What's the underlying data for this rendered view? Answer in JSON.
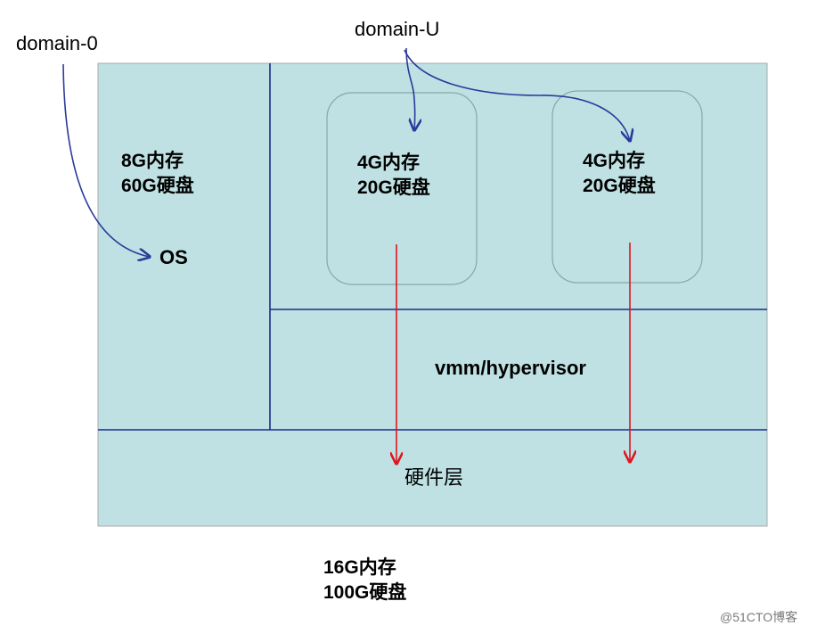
{
  "labels": {
    "domain0": "domain-0",
    "domainU": "domain-U",
    "os": "OS",
    "hypervisor": "vmm/hypervisor",
    "hardware": "硬件层",
    "watermark": "@51CTO博客"
  },
  "domain0_resources": {
    "memory": "8G内存",
    "disk": "60G硬盘"
  },
  "vms": [
    {
      "memory": "4G内存",
      "disk": "20G硬盘"
    },
    {
      "memory": "4G内存",
      "disk": "20G硬盘"
    }
  ],
  "host_resources": {
    "memory": "16G内存",
    "disk": "100G硬盘"
  },
  "colors": {
    "fill": "#bfe1e3",
    "border": "#a9a9a9",
    "divider": "#1f2a8a",
    "vm_border": "#8aa6a6",
    "blue_arrow": "#2b3a9a",
    "red_arrow": "#e0141e"
  }
}
